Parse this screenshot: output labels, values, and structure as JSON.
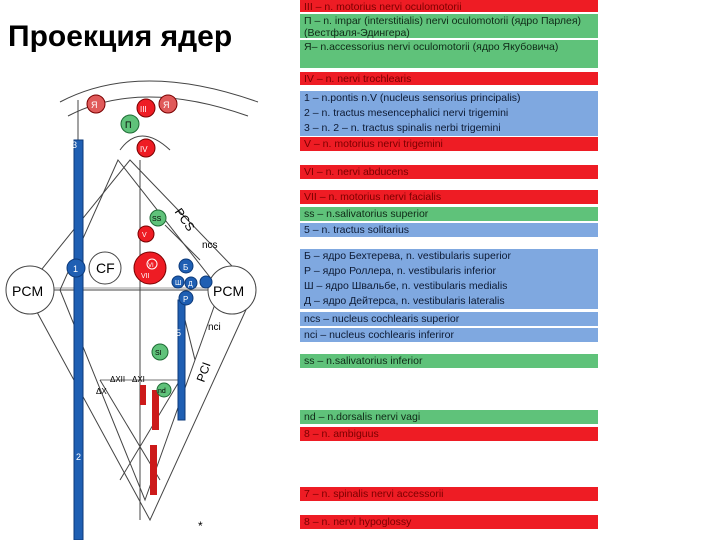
{
  "title": "Проекция ядер",
  "diagram": {
    "labels": {
      "ya_left": "Я",
      "iii": "III",
      "ya_right": "Я",
      "p": "П",
      "iv": "IV",
      "num3": "3",
      "ss": "SS",
      "v_nuc": "V",
      "pcs": "PCS",
      "ncs": "ncs",
      "num1": "1",
      "cf": "CF",
      "vi": "VI",
      "vii": "VII",
      "b": "Б",
      "sh": "Ш",
      "d": "Д",
      "r": "Р",
      "pcm_left": "PCM",
      "pcm_right": "PCM",
      "nci": "nci",
      "num5": "5",
      "si": "SI",
      "pci": "PCI",
      "ax": "ΔX",
      "axii": "ΔXII",
      "ax2": "ΔXI",
      "nd": "nd",
      "num2": "2",
      "asterisk": "*"
    }
  },
  "legend": [
    {
      "text": "III – n. motorius nervi oculomotorii",
      "color": "red"
    },
    {
      "text": "П – n. impar (interstitialis) nervi oculomotorii (ядро Парлея)(Вестфаля-Эдингера)",
      "color": "green"
    },
    {
      "text": "Я– n.accessorius nervi oculomotorii (ядро Якубовича)",
      "color": "green"
    },
    {
      "text": "IV – n. nervi trochlearis",
      "color": "red"
    },
    {
      "text": "1 – n.pontis n.V (nucleus sensorius principalis)",
      "color": "blue"
    },
    {
      "text": "2 – n. tractus mesencephalici nervi trigemini",
      "color": "blue"
    },
    {
      "text": "3 – n. 2 – n. tractus spinalis nerbi trigemini",
      "color": "blue"
    },
    {
      "text": "V – n. motorius nervi trigemini",
      "color": "red"
    },
    {
      "text": "VI – n. nervi abducens",
      "color": "red"
    },
    {
      "text": "VII – n. motorius nervi facialis",
      "color": "red"
    },
    {
      "text": "ss – n.salivatorius superior",
      "color": "green"
    },
    {
      "text": "5 – n. tractus solitarius",
      "color": "blue"
    },
    {
      "text": "Б – ядро Бехтерева, n. vestibularis superior",
      "color": "blue"
    },
    {
      "text": "Р – ядро Роллера, n. vestibularis inferior",
      "color": "blue"
    },
    {
      "text": "Ш – ядро Швальбе, n. vestibularis medialis",
      "color": "blue"
    },
    {
      "text": "Д – ядро Дейтерса, n. vestibularis lateralis",
      "color": "blue"
    },
    {
      "text": "ncs – nucleus cochlearis superior",
      "color": "blue"
    },
    {
      "text": "nci – nucleus cochlearis inferiror",
      "color": "blue"
    },
    {
      "text": "ss – n.salivatorius inferior",
      "color": "green"
    },
    {
      "text": "nd – n.dorsalis nervi vagi",
      "color": "green"
    },
    {
      "text": "8 – n. ambiguus",
      "color": "red"
    },
    {
      "text": "7 – n. spinalis nervi accessorii",
      "color": "red"
    },
    {
      "text": "8 – n. nervi hypoglossy",
      "color": "red"
    }
  ],
  "colors": {
    "red": "#ee1c24",
    "green": "#5fc27a",
    "blue": "#7fa8e0"
  }
}
